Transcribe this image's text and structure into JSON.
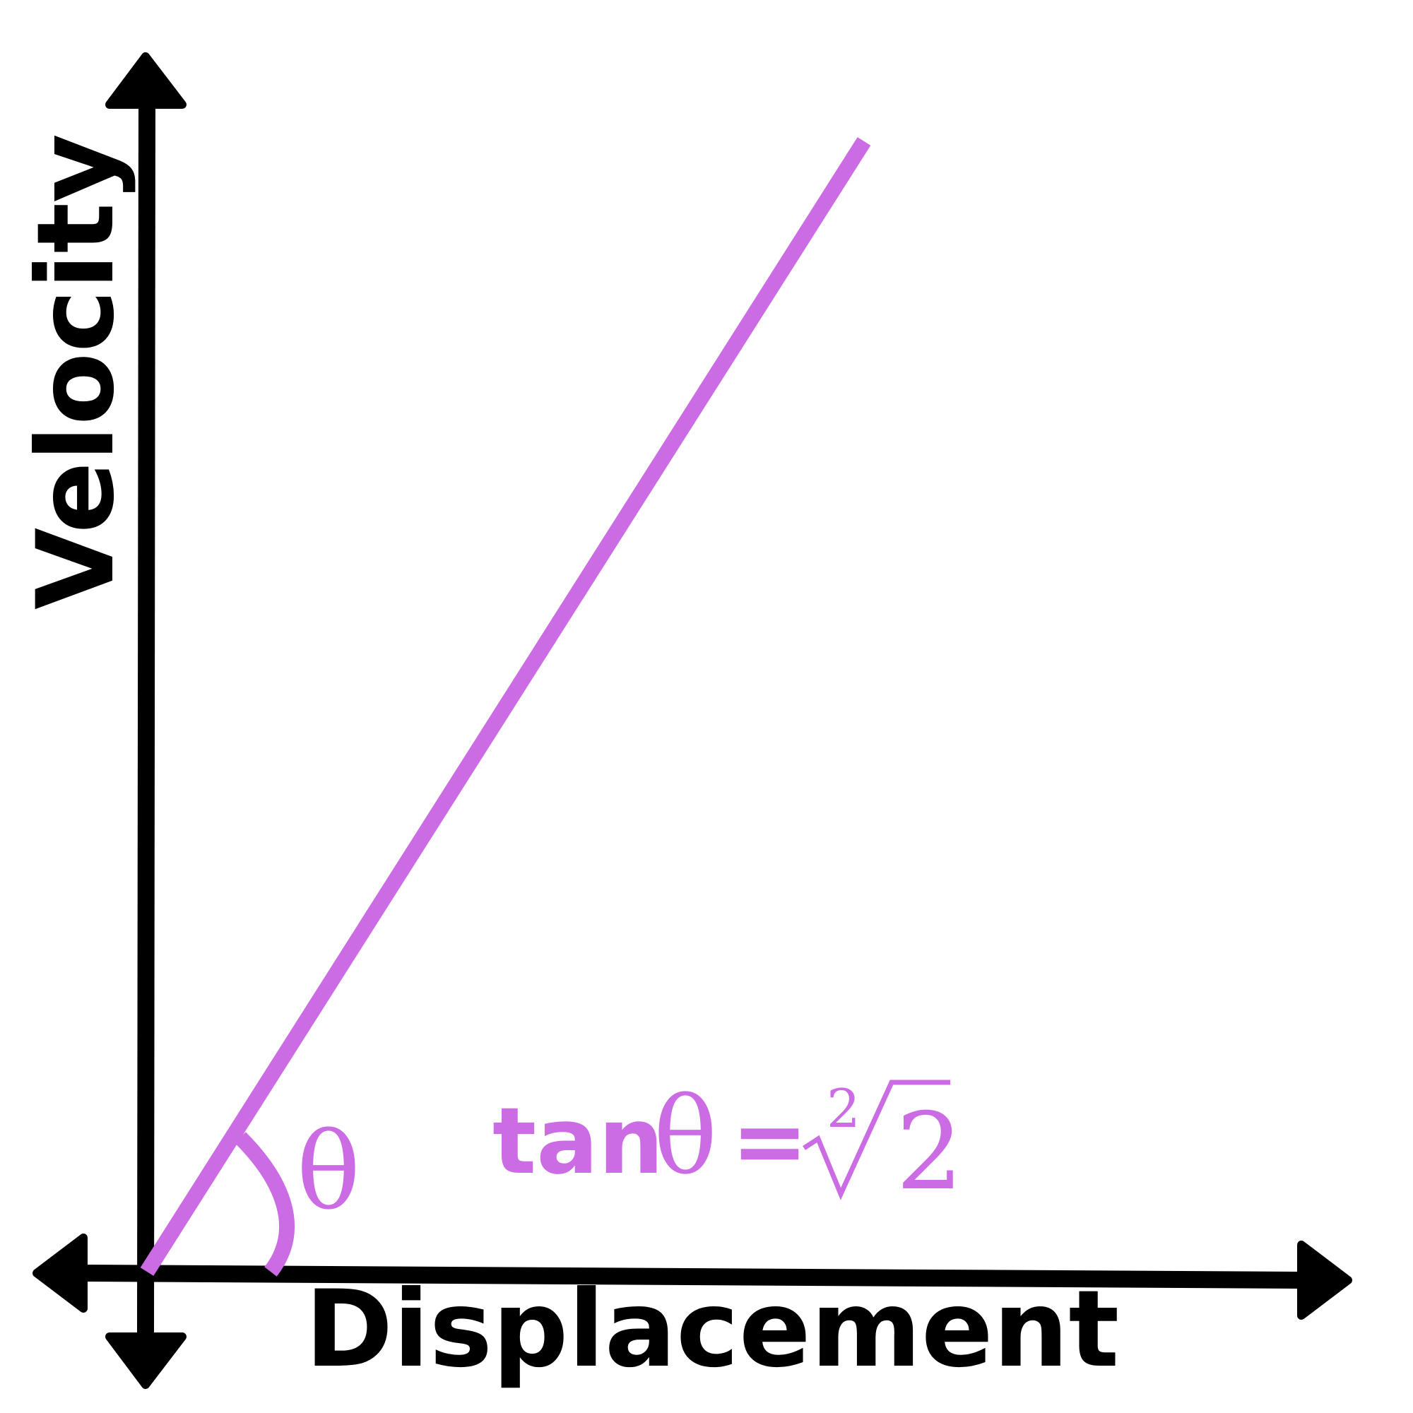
{
  "diagram": {
    "y_axis_label": "Velocity",
    "x_axis_label": "Displacement",
    "angle_symbol": "θ",
    "equation": {
      "function": "tan",
      "variable": "θ",
      "equals": "=",
      "root_index": "2",
      "radicand": "2"
    }
  },
  "colors": {
    "axis": "#000000",
    "line": "#cc6ce4"
  }
}
